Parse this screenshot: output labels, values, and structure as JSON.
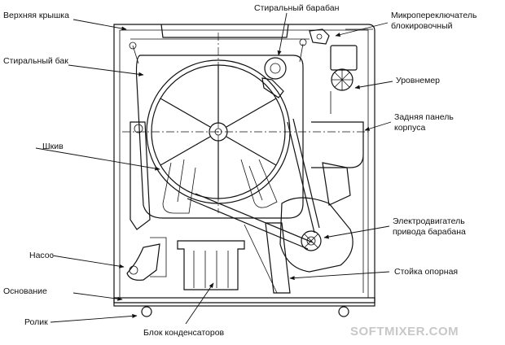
{
  "labels": {
    "top_cover": "Верхняя крышка",
    "wash_tub": "Стиральный бак",
    "pulley": "Шкив",
    "pump": "Насос",
    "base": "Основание",
    "roller": "Ролик",
    "capacitor_block": "Блок конденсаторов",
    "drum": "Стиральный барабан",
    "microswitch": "Микропереключатель\nблокировочный",
    "level_sensor": "Уровнемер",
    "rear_panel": "Задняя панель\nкорпуса",
    "motor": "Электродвигатель\nпривода барабана",
    "support": "Стойка опорная"
  },
  "watermark": "SOFTMIXER.COM"
}
